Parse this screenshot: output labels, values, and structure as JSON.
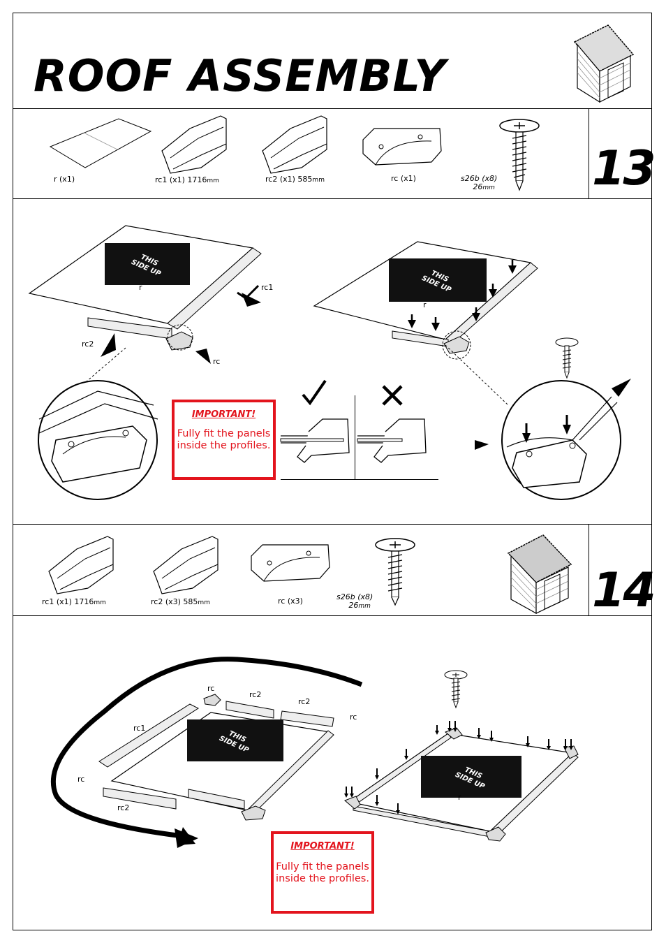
{
  "title": "ROOF ASSEMBLY",
  "steps": [
    {
      "number": "13",
      "parts": [
        {
          "label": "r (x1)"
        },
        {
          "label": "rc1 (x1) 1716",
          "unit": "mm"
        },
        {
          "label": "rc2 (x1) 585",
          "unit": "mm"
        },
        {
          "label": "rc (x1)"
        },
        {
          "label": "s26b (x8)",
          "sub": "26",
          "unit": "mm"
        }
      ],
      "callouts": [
        "r",
        "rc1",
        "rc2",
        "rc",
        "r"
      ],
      "side_up": "THIS SIDE UP",
      "important": {
        "head": "IMPORTANT!",
        "body": "Fully fit the panels inside the profiles."
      }
    },
    {
      "number": "14",
      "parts": [
        {
          "label": "rc1 (x1) 1716",
          "unit": "mm"
        },
        {
          "label": "rc2 (x3) 585",
          "unit": "mm"
        },
        {
          "label": "rc (x3)"
        },
        {
          "label": "s26b (x8)",
          "sub": "26",
          "unit": "mm"
        }
      ],
      "callouts": [
        "rc",
        "rc2",
        "rc2",
        "rc",
        "rc1",
        "rc",
        "rc2",
        "r"
      ],
      "side_up": "THIS SIDE UP",
      "important": {
        "head": "IMPORTANT!",
        "body": "Fully fit the panels inside the profiles."
      }
    }
  ]
}
